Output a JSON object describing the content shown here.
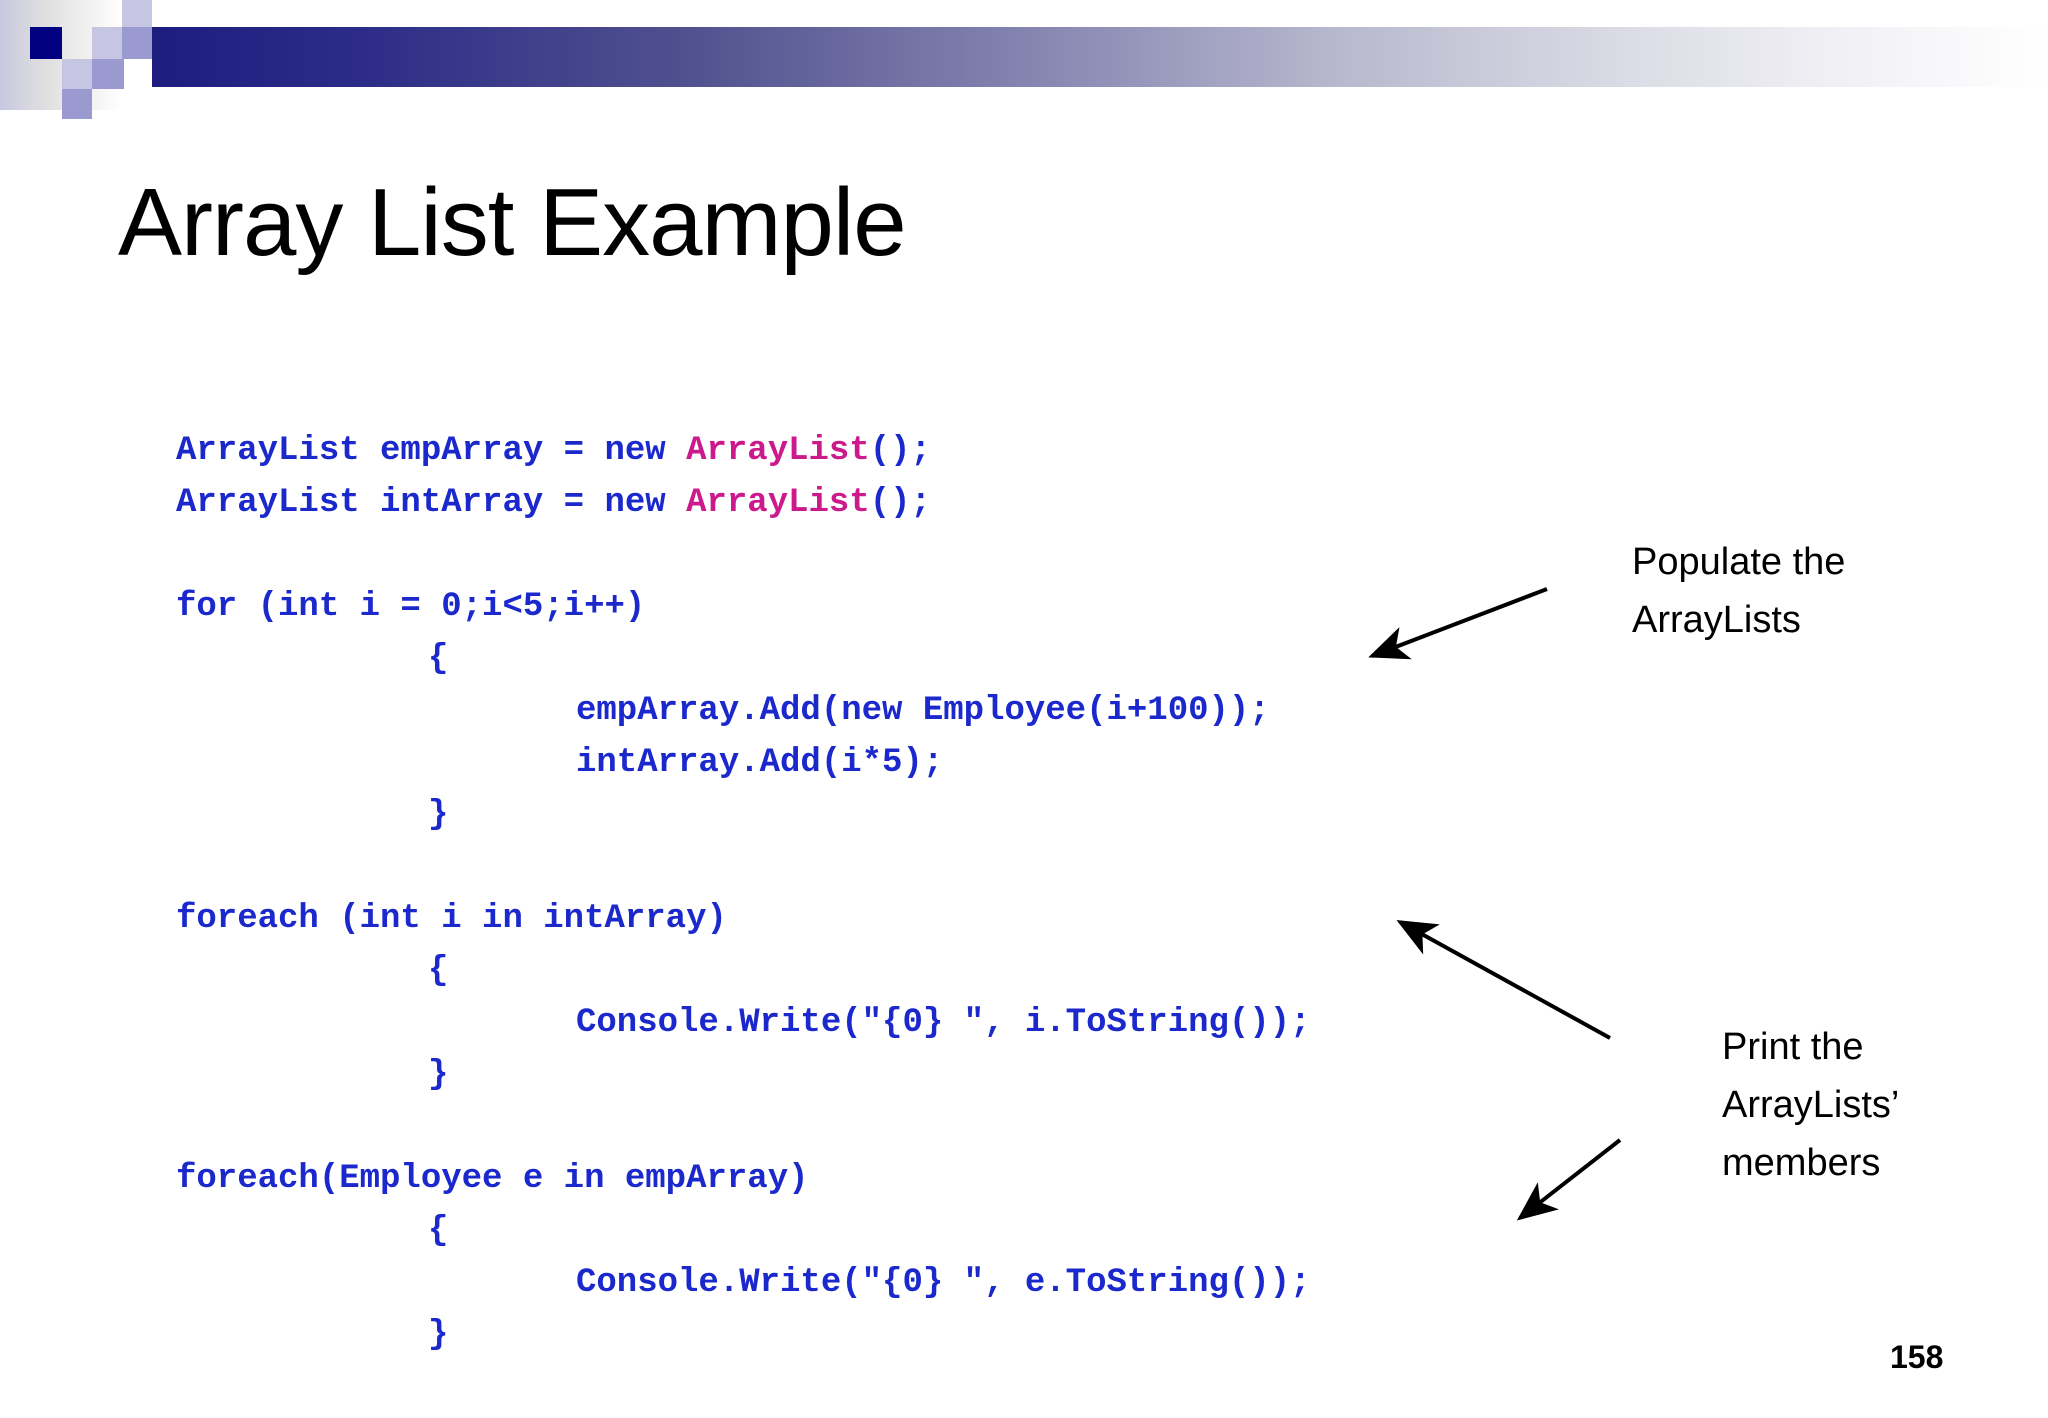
{
  "slide": {
    "title": "Array List Example",
    "page_number": "158"
  },
  "theme": {
    "code_blue": "#1A28CC",
    "code_magenta": "#CC1A8C",
    "deco_navy": "#000080",
    "deco_light": "#C6C6E2",
    "deco_mid": "#9A9AD0",
    "bar_gradient_from": "#1D1D80",
    "bar_gradient_to": "#FFFFFF"
  },
  "code": {
    "language": "csharp",
    "lines": [
      {
        "id": "l1",
        "indent": 0,
        "segments": [
          {
            "text": "ArrayList empArray = new ",
            "color": "blue"
          },
          {
            "text": "ArrayList",
            "color": "magenta"
          },
          {
            "text": "();",
            "color": "blue"
          }
        ]
      },
      {
        "id": "l2",
        "indent": 0,
        "segments": [
          {
            "text": "ArrayList intArray = new ",
            "color": "blue"
          },
          {
            "text": "ArrayList",
            "color": "magenta"
          },
          {
            "text": "();",
            "color": "blue"
          }
        ]
      },
      {
        "id": "l3",
        "indent": 0,
        "segments": [
          {
            "text": "",
            "color": "blue"
          }
        ]
      },
      {
        "id": "l4",
        "indent": 0,
        "segments": [
          {
            "text": "for (int i = 0;i<5;i++)",
            "color": "blue"
          }
        ]
      },
      {
        "id": "l5",
        "indent": 1,
        "segments": [
          {
            "text": "{",
            "color": "blue"
          }
        ]
      },
      {
        "id": "l6",
        "indent": 2,
        "segments": [
          {
            "text": "empArray.Add(new Employee(i+100));",
            "color": "blue"
          }
        ]
      },
      {
        "id": "l7",
        "indent": 2,
        "segments": [
          {
            "text": "intArray.Add(i*5);",
            "color": "blue"
          }
        ]
      },
      {
        "id": "l8",
        "indent": 1,
        "segments": [
          {
            "text": "}",
            "color": "blue"
          }
        ]
      },
      {
        "id": "l9",
        "indent": 0,
        "segments": [
          {
            "text": "",
            "color": "blue"
          }
        ]
      },
      {
        "id": "l10",
        "indent": 0,
        "segments": [
          {
            "text": "foreach (int i in intArray)",
            "color": "blue"
          }
        ]
      },
      {
        "id": "l11",
        "indent": 1,
        "segments": [
          {
            "text": "{",
            "color": "blue"
          }
        ]
      },
      {
        "id": "l12",
        "indent": 2,
        "segments": [
          {
            "text": "Console.Write(\"{0} \", i.ToString());",
            "color": "blue"
          }
        ]
      },
      {
        "id": "l13",
        "indent": 1,
        "segments": [
          {
            "text": "}",
            "color": "blue"
          }
        ]
      },
      {
        "id": "l14",
        "indent": 0,
        "segments": [
          {
            "text": "",
            "color": "blue"
          }
        ]
      },
      {
        "id": "l15",
        "indent": 0,
        "segments": [
          {
            "text": "foreach(Employee e in empArray)",
            "color": "blue"
          }
        ]
      },
      {
        "id": "l16",
        "indent": 1,
        "segments": [
          {
            "text": "{",
            "color": "blue"
          }
        ]
      },
      {
        "id": "l17",
        "indent": 2,
        "segments": [
          {
            "text": "Console.Write(\"{0} \", e.ToString());",
            "color": "blue"
          }
        ]
      },
      {
        "id": "l18",
        "indent": 1,
        "segments": [
          {
            "text": "}",
            "color": "blue"
          }
        ]
      }
    ]
  },
  "annotations": [
    {
      "id": "populate",
      "text": "Populate the\nArrayLists"
    },
    {
      "id": "print",
      "text": "Print the\nArrayLists’\nmembers"
    }
  ]
}
